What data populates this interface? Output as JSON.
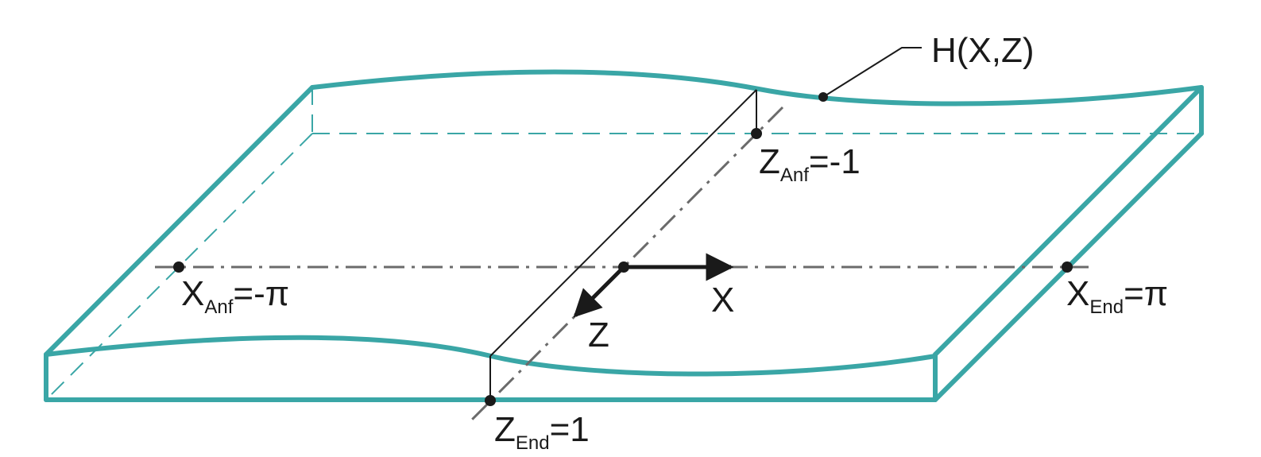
{
  "colors": {
    "film": "#3aa6a6",
    "ink": "#1a1a1a",
    "axis": "#6b6b6b"
  },
  "labels": {
    "height_fn": "H(X,Z)",
    "z_anf": {
      "main": "Z",
      "sub": "Anf",
      "value": "=-1"
    },
    "z_end": {
      "main": "Z",
      "sub": "End",
      "value": "=1"
    },
    "x_anf": {
      "main": "X",
      "sub": "Anf",
      "value": "=-π"
    },
    "x_end": {
      "main": "X",
      "sub": "End",
      "value": "=π"
    },
    "axis_x": "X",
    "axis_z": "Z"
  }
}
